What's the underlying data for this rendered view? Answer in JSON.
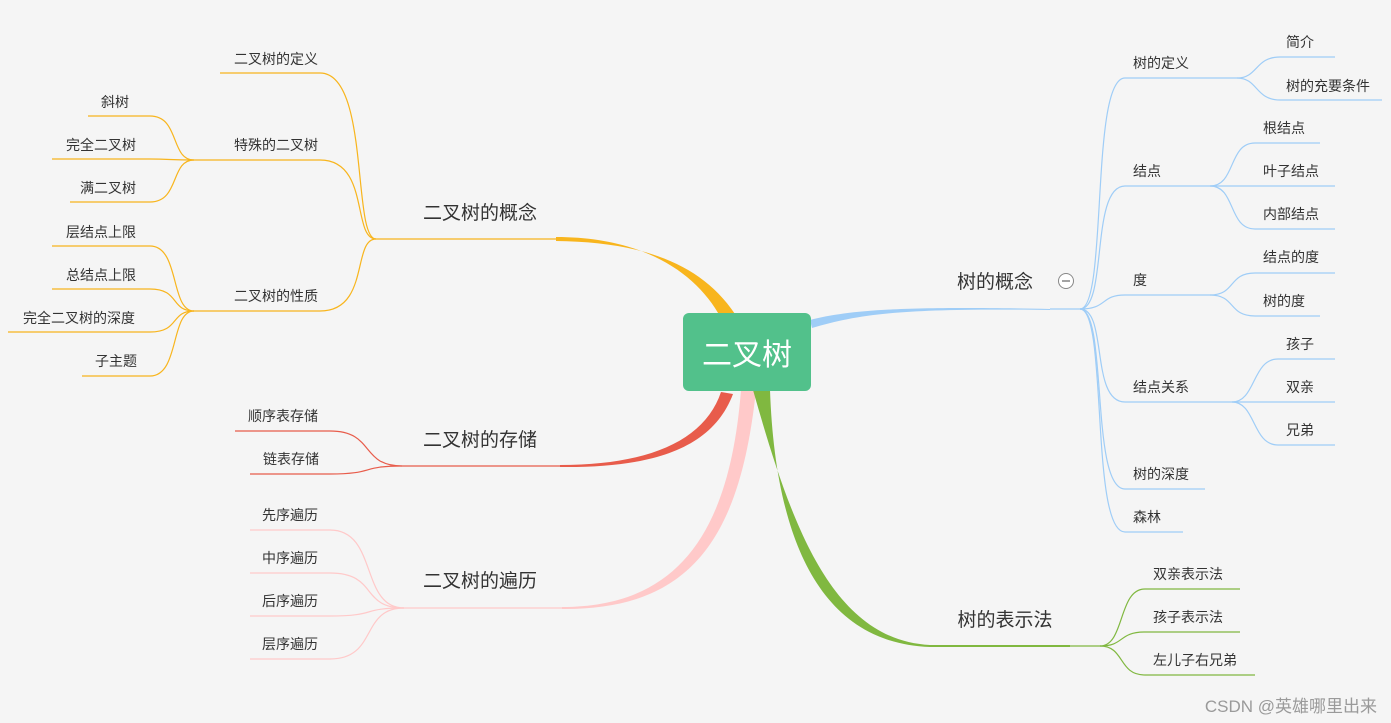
{
  "root": {
    "label": "二叉树"
  },
  "colors": {
    "yellow": "#f8b51d",
    "red": "#e85c4b",
    "pink": "#ffc9c9",
    "blue": "#9fcdf7",
    "green": "#80b840",
    "root_fill": "#52c18b"
  },
  "branches": [
    {
      "label": "二叉树的概念",
      "children": [
        {
          "label": "二叉树的定义"
        },
        {
          "label": "特殊的二叉树",
          "children": [
            {
              "label": "斜树"
            },
            {
              "label": "完全二叉树"
            },
            {
              "label": "满二叉树"
            }
          ]
        },
        {
          "label": "二叉树的性质",
          "children": [
            {
              "label": "层结点上限"
            },
            {
              "label": "总结点上限"
            },
            {
              "label": "完全二叉树的深度"
            },
            {
              "label": "子主题"
            }
          ]
        }
      ]
    },
    {
      "label": "二叉树的存储",
      "children": [
        {
          "label": "顺序表存储"
        },
        {
          "label": "链表存储"
        }
      ]
    },
    {
      "label": "二叉树的遍历",
      "children": [
        {
          "label": "先序遍历"
        },
        {
          "label": "中序遍历"
        },
        {
          "label": "后序遍历"
        },
        {
          "label": "层序遍历"
        }
      ]
    },
    {
      "label": "树的概念",
      "collapse_icon": "collapse-minus-icon",
      "children": [
        {
          "label": "树的定义",
          "children": [
            {
              "label": "简介"
            },
            {
              "label": "树的充要条件"
            }
          ]
        },
        {
          "label": "结点",
          "children": [
            {
              "label": "根结点"
            },
            {
              "label": "叶子结点"
            },
            {
              "label": "内部结点"
            }
          ]
        },
        {
          "label": "度",
          "children": [
            {
              "label": "结点的度"
            },
            {
              "label": "树的度"
            }
          ]
        },
        {
          "label": "结点关系",
          "children": [
            {
              "label": "孩子"
            },
            {
              "label": "双亲"
            },
            {
              "label": "兄弟"
            }
          ]
        },
        {
          "label": "树的深度"
        },
        {
          "label": "森林"
        }
      ]
    },
    {
      "label": "树的表示法",
      "children": [
        {
          "label": "双亲表示法"
        },
        {
          "label": "孩子表示法"
        },
        {
          "label": "左儿子右兄弟"
        }
      ]
    }
  ],
  "watermark": "CSDN @英雄哪里出来"
}
